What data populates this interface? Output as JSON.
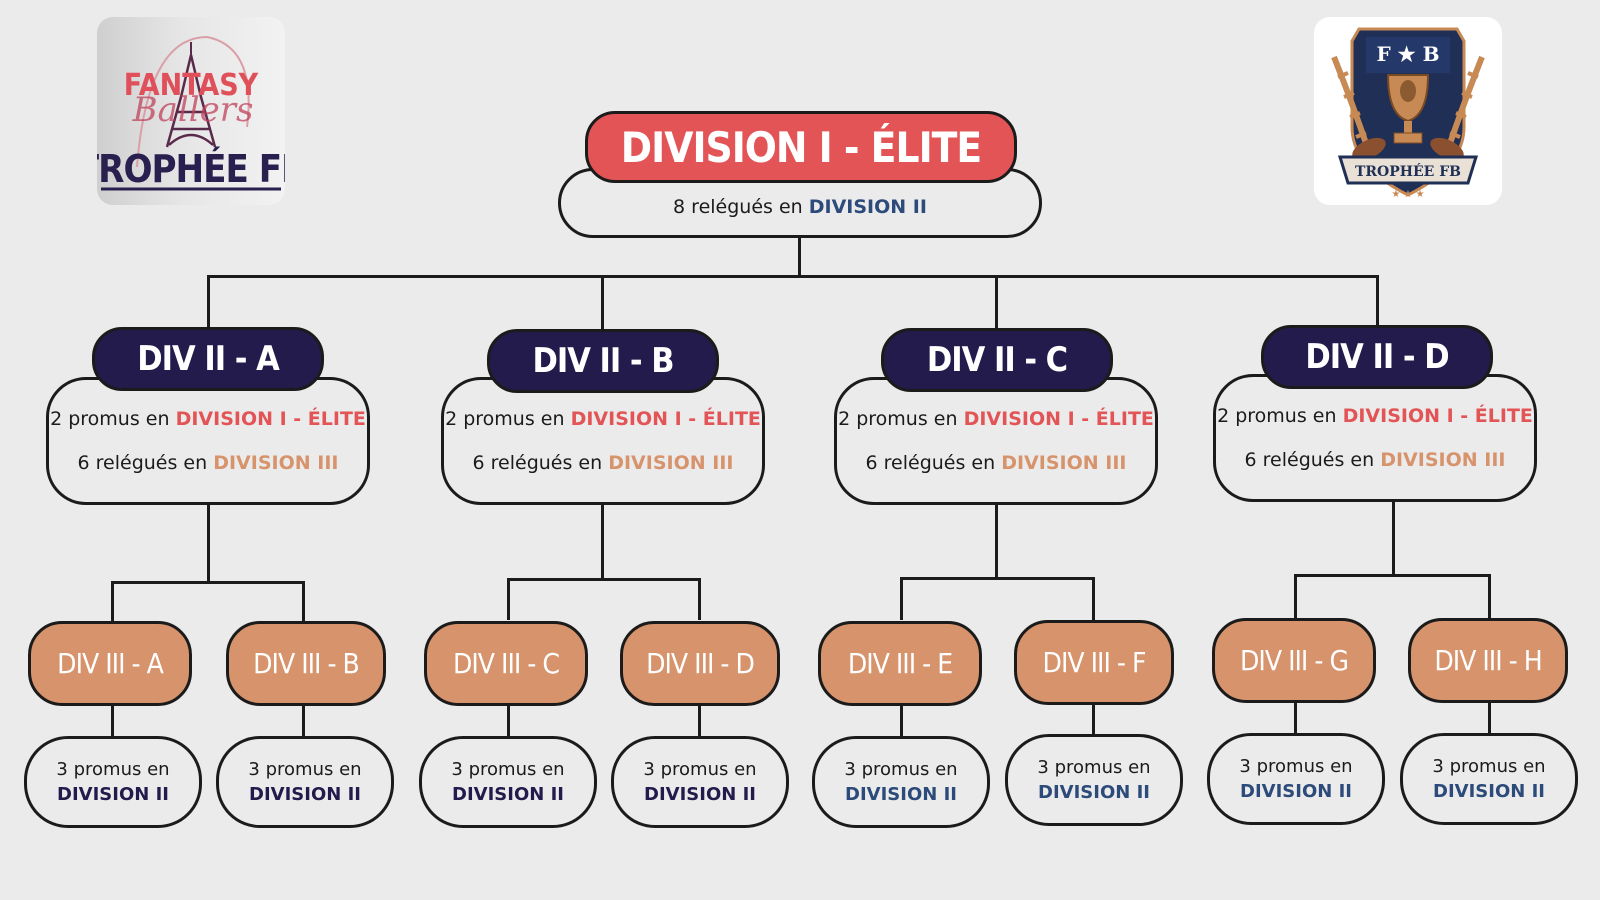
{
  "logos": {
    "left": {
      "line1": "FANTASY",
      "line2": "Ballers",
      "main": "TROPHÉE FB"
    },
    "right": {
      "initials": "F ★ B",
      "banner": "TROPHÉE FB"
    }
  },
  "colors": {
    "elite": "#e35456",
    "division2": "#241b4d",
    "division3": "#d6936c",
    "division2_text": "#2c4a7a",
    "background": "#ebebeb"
  },
  "elite": {
    "title": "DIVISION I - ÉLITE",
    "relegated_text": "8 relégués en",
    "relegated_target": "DIVISION II"
  },
  "division2": [
    {
      "name": "DIV II - A",
      "promoted_text": "2 promus en",
      "promoted_target": "DIVISION I - ÉLITE",
      "relegated_text": "6 relégués en",
      "relegated_target": "DIVISION III"
    },
    {
      "name": "DIV II - B",
      "promoted_text": "2 promus en",
      "promoted_target": "DIVISION I - ÉLITE",
      "relegated_text": "6 relégués en",
      "relegated_target": "DIVISION III"
    },
    {
      "name": "DIV II - C",
      "promoted_text": "2 promus en",
      "promoted_target": "DIVISION I - ÉLITE",
      "relegated_text": "6 relégués en",
      "relegated_target": "DIVISION III"
    },
    {
      "name": "DIV II - D",
      "promoted_text": "2 promus en",
      "promoted_target": "DIVISION I - ÉLITE",
      "relegated_text": "6 relégués en",
      "relegated_target": "DIVISION III"
    }
  ],
  "division3": [
    {
      "name": "DIV III - A",
      "promoted_text": "3 promus en",
      "promoted_target": "DIVISION II"
    },
    {
      "name": "DIV III - B",
      "promoted_text": "3 promus en",
      "promoted_target": "DIVISION II"
    },
    {
      "name": "DIV III - C",
      "promoted_text": "3 promus en",
      "promoted_target": "DIVISION II"
    },
    {
      "name": "DIV III - D",
      "promoted_text": "3 promus en",
      "promoted_target": "DIVISION II"
    },
    {
      "name": "DIV III - E",
      "promoted_text": "3 promus en",
      "promoted_target": "DIVISION II"
    },
    {
      "name": "DIV III - F",
      "promoted_text": "3 promus en",
      "promoted_target": "DIVISION II"
    },
    {
      "name": "DIV III - G",
      "promoted_text": "3 promus en",
      "promoted_target": "DIVISION II"
    },
    {
      "name": "DIV III - H",
      "promoted_text": "3 promus en",
      "promoted_target": "DIVISION II"
    }
  ]
}
